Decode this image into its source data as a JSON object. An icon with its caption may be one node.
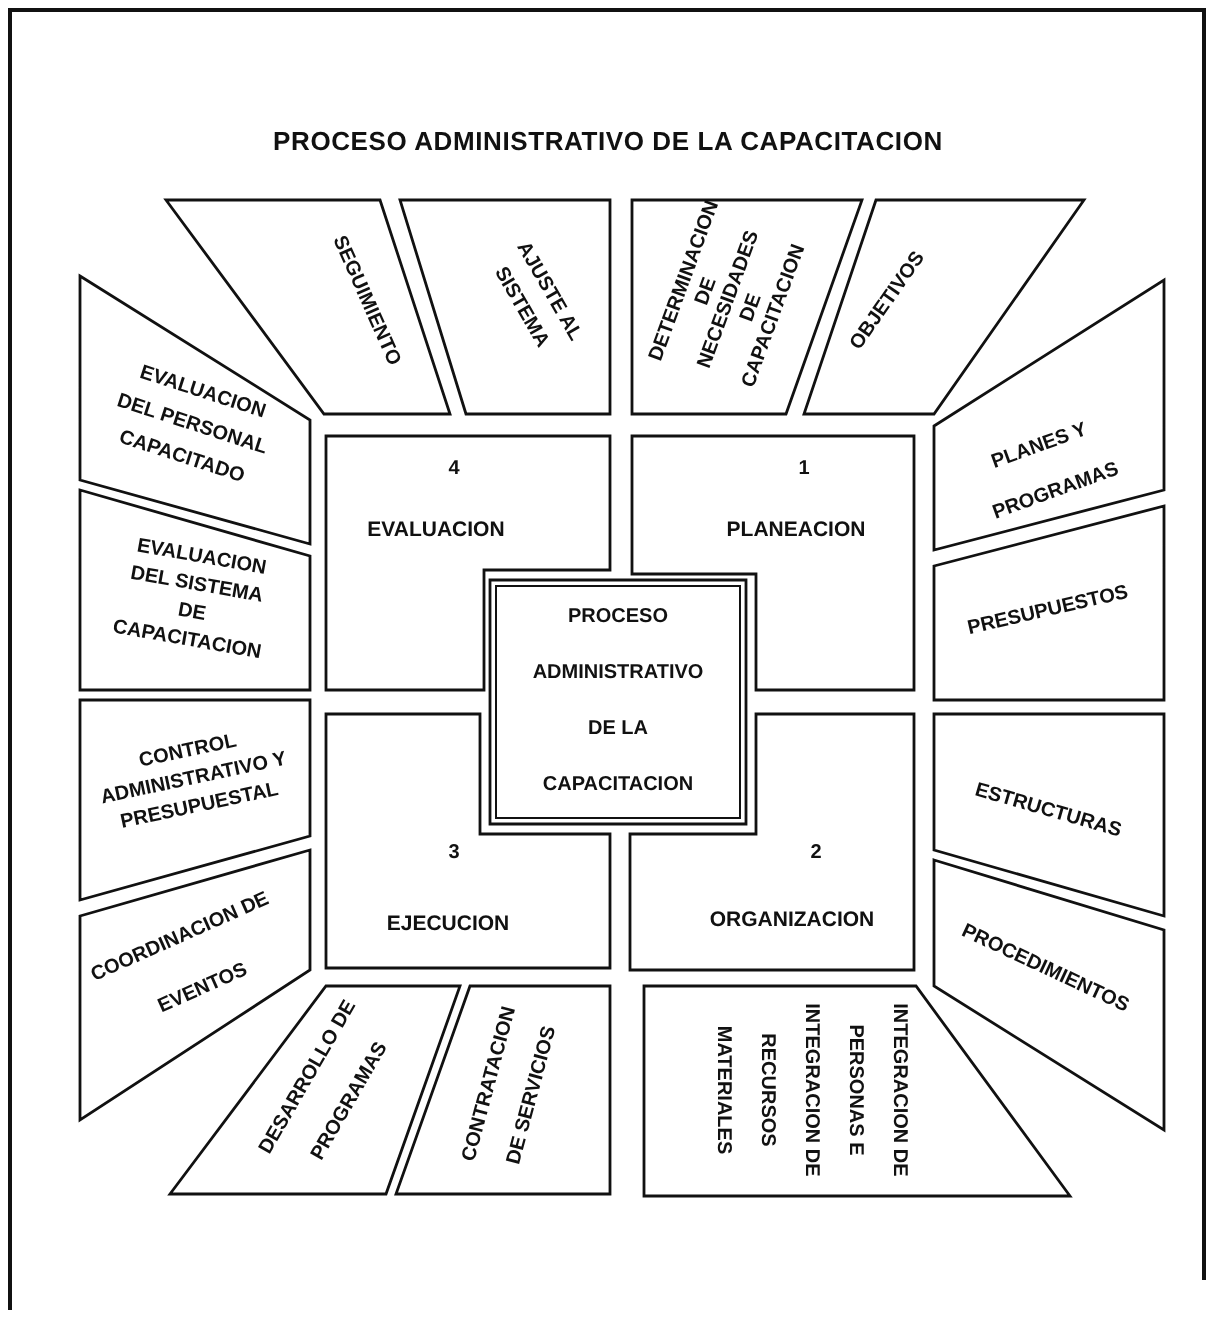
{
  "diagram": {
    "title": "PROCESO ADMINISTRATIVO DE LA CAPACITACION",
    "nodes": [
      {
        "text": [
          "SEGUIMIENTO"
        ]
      },
      {
        "text": [
          "AJUSTE AL SISTEMA"
        ]
      },
      {
        "text": [
          "DETERMINACION DE NECESIDADES DE CAPACITACION"
        ]
      },
      {
        "text": [
          "OBJETIVOS"
        ]
      },
      {
        "text": [
          "EVALUACION DEL PERSONAL CAPACITADO"
        ]
      },
      {
        "text": [
          "4",
          "EVALUACION"
        ]
      },
      {
        "text": [
          "1",
          "PLANEACION"
        ]
      },
      {
        "text": [
          "PLANES Y PROGRAMAS"
        ]
      },
      {
        "text": [
          "EVALUACION DEL SISTEMA DE CAPACITACION"
        ]
      },
      {
        "text": [
          "PROCESO ADMINISTRATIVO DE LA CAPACITACION"
        ]
      },
      {
        "text": [
          "PRESUPUESTOS"
        ]
      },
      {
        "text": [
          "CONTROL ADMINISTRATIVO Y PRESUPUESTAL"
        ]
      },
      {
        "text": [
          "3",
          "EJECUCION"
        ]
      },
      {
        "text": [
          "2",
          "ORGANIZACION"
        ]
      },
      {
        "text": [
          "ESTRUCTURAS"
        ]
      },
      {
        "text": [
          "COORDINACION DE EVENTOS"
        ]
      },
      {
        "text": [
          "PROCEDIMIENTOS"
        ]
      },
      {
        "text": [
          "DESARROLLO DE PROGRAMAS"
        ]
      },
      {
        "text": [
          "CONTRATACION DE SERVICIOS"
        ]
      },
      {
        "text": [
          "INTEGRACION DE PERSONAS E INTEGRACION DE RECURSOS MATERIALES"
        ]
      }
    ]
  }
}
